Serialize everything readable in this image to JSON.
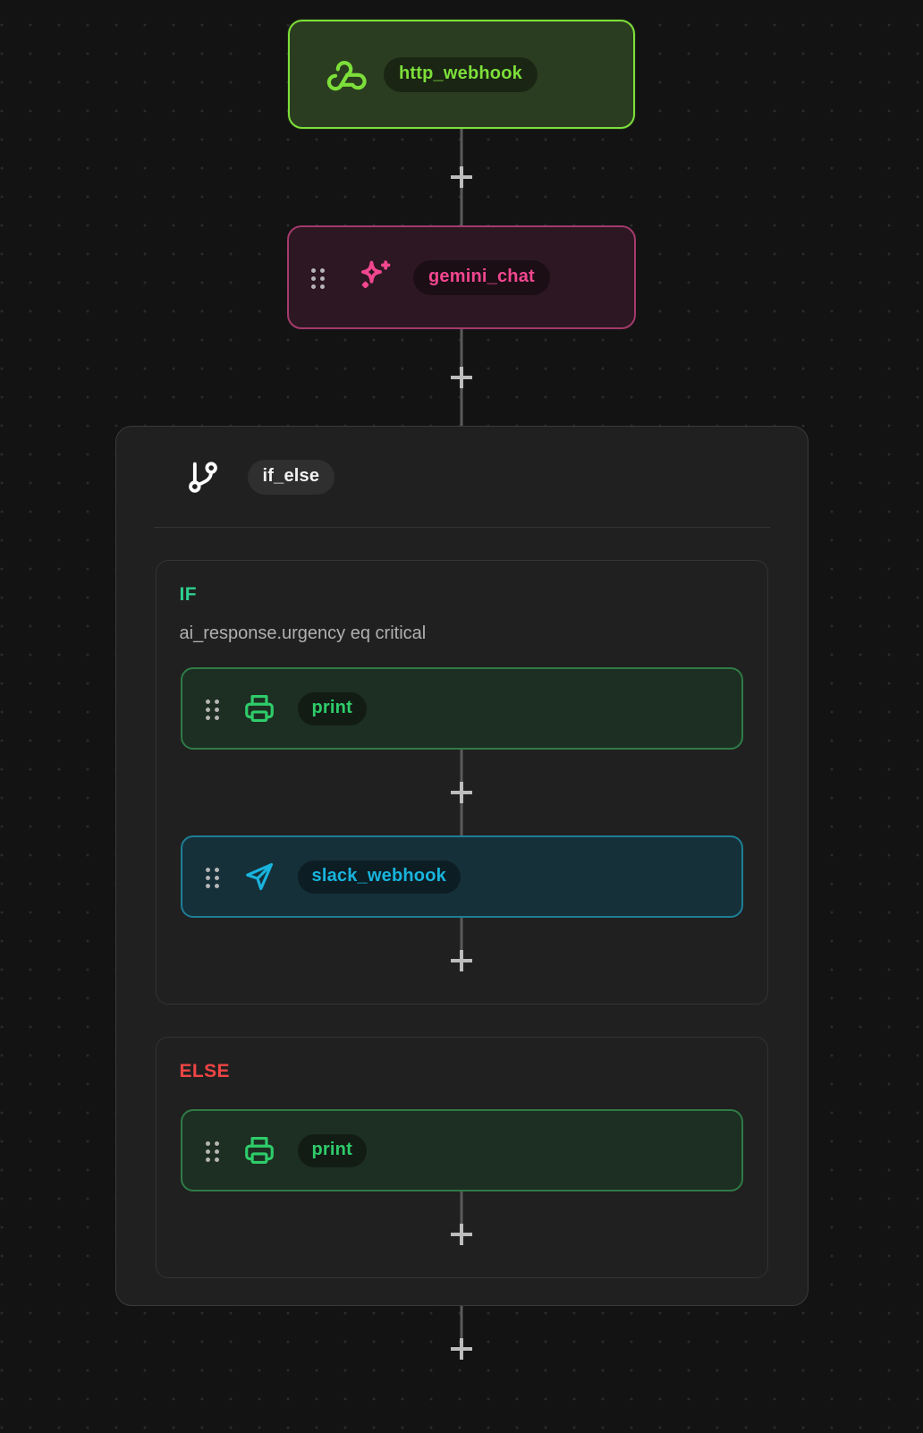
{
  "canvas": {
    "background_color": "#131313",
    "grid": "dot-grid"
  },
  "flow": {
    "nodes": [
      {
        "id": "http_webhook",
        "label": "http_webhook",
        "icon": "webhook-icon",
        "accent_color": "#7ddf3a",
        "fill_color": "#2b3d20",
        "has_drag_handle": false
      },
      {
        "id": "gemini_chat",
        "label": "gemini_chat",
        "icon": "sparkle-icon",
        "accent_color": "#f2478f",
        "fill_color": "#2d1722",
        "has_drag_handle": true
      },
      {
        "id": "if_else",
        "label": "if_else",
        "icon": "git-branch-icon",
        "accent_color": "#f2f2f2",
        "fill_color": "#202020",
        "has_drag_handle": true,
        "branches": [
          {
            "id": "if",
            "label": "IF",
            "label_color": "#2ecf8f",
            "condition": "ai_response.urgency eq critical",
            "nodes": [
              {
                "id": "print",
                "label": "print",
                "icon": "printer-icon",
                "accent_color": "#2ecc6a",
                "fill_color": "#1d2e22"
              },
              {
                "id": "slack_webhook",
                "label": "slack_webhook",
                "icon": "send-icon",
                "accent_color": "#18b4dd",
                "fill_color": "#16303a"
              }
            ]
          },
          {
            "id": "else",
            "label": "ELSE",
            "label_color": "#ef4444",
            "condition": "",
            "nodes": [
              {
                "id": "print",
                "label": "print",
                "icon": "printer-icon",
                "accent_color": "#2ecc6a",
                "fill_color": "#1d2e22"
              }
            ]
          }
        ]
      }
    ],
    "add_button_label": "+"
  }
}
